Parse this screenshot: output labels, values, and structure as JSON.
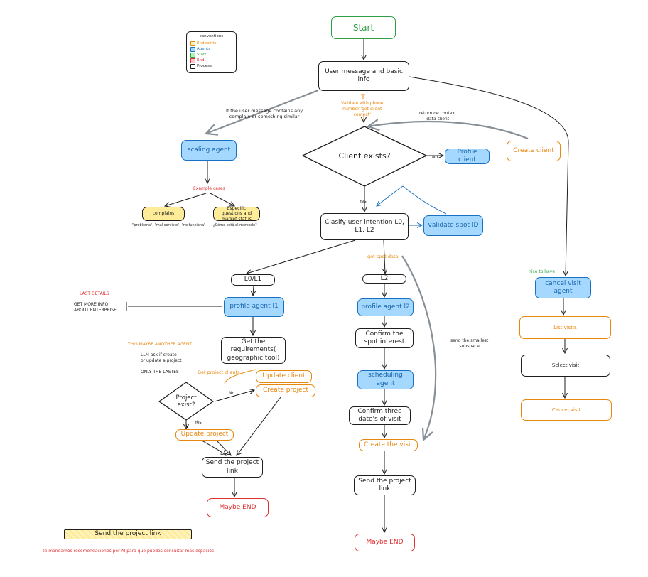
{
  "legend": {
    "title": "conventions",
    "items": [
      {
        "label": "Endpoints",
        "color": "#e8870e"
      },
      {
        "label": "Agents",
        "color": "#1971c2"
      },
      {
        "label": "Start",
        "color": "#2f9e44"
      },
      {
        "label": "End",
        "color": "#e03131"
      },
      {
        "label": "Process",
        "color": "#1e1e1e"
      }
    ]
  },
  "nodes": {
    "start": "Start",
    "user_message": "User message and basic info",
    "scaling_agent": "scaling agent",
    "complains": "complains",
    "especific": "Especific questions and market status",
    "client_exists": "Client exists?",
    "profile_client": "Profile client",
    "create_client": "Create client",
    "clasify": "Clasify user intention L0, L1, L2",
    "validate_spot": "validate spot ID",
    "l0l1": "L0/L1",
    "l2": "L2",
    "profile_l1": "profile agent l1",
    "get_requirements": "Get the requirements( geographic tool)",
    "update_client": "Update client",
    "create_project": "Create project",
    "project_exist": "Project exist?",
    "update_project": "Update project",
    "send_link_left": "Send the project link",
    "maybe_end_left": "Maybe END",
    "profile_l2": "profile agent l2",
    "confirm_spot": "Confirm the spot interest",
    "scheduling_agent": "scheduling agent",
    "confirm_three": "Confirm three date's of visit",
    "create_visit": "Create the visit",
    "send_link_mid": "Send the project link",
    "maybe_end_mid": "Maybe END",
    "cancel_agent": "cancel visit agent",
    "list_visits": "List visits",
    "select_visit": "Select visit",
    "cancel_visit": "Cancel visit",
    "send_link_bottom": "Send the project link"
  },
  "labels": {
    "complain_note": "If the user message contains any\ncomplain or something similar",
    "validate_phone": "Validate with phone\nnumber 'get client\ncontext'",
    "return_context": "return de context\ndata client",
    "no_client": "No",
    "yes_client": "Yes",
    "example_cases": "Example cases",
    "complains_examples": "\"problema\", \"mal servicio\", \"no funciona\"",
    "especific_examples": "¿Cómo está el mercado?",
    "get_spot_data": "get spot data",
    "last_details": "LAST DETAILS",
    "get_more_info": "GET MORE INFO\nABOUT ENTERPRISE",
    "another_agent": "THIS MAYBE ANOTHER AGENT",
    "llm_ask": "LLM ask if create\nor update a project",
    "only_lastest": "ONLY THE LASTEST",
    "get_project_clients": "Get project clients",
    "no_project": "No",
    "yes_project": "Yes",
    "send_smallest": "send the smallest\nsubspace",
    "nice_to_have": "nice to have",
    "footer_note": "Te mandamos recomendaciones por AI para que puedas consultar más espacios!"
  }
}
